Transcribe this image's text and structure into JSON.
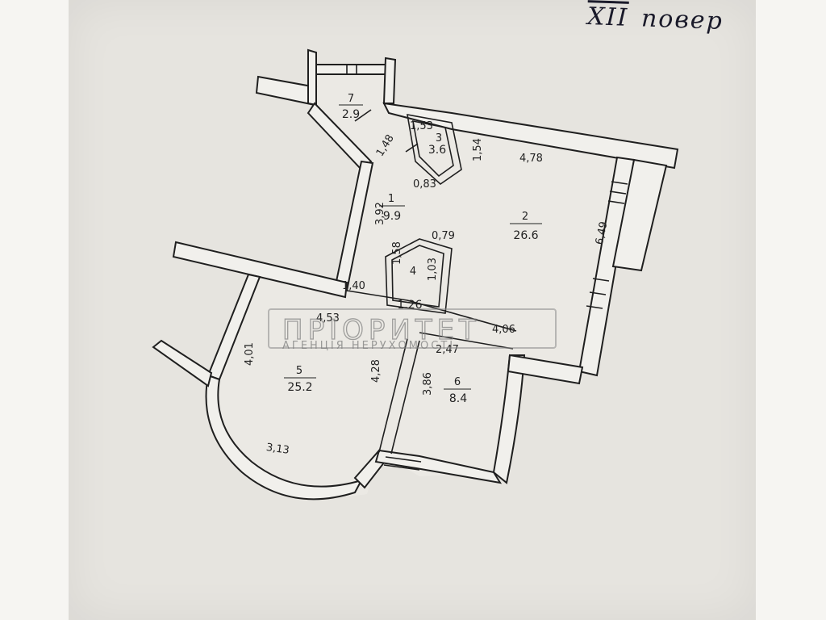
{
  "header": {
    "floor_roman": "XII",
    "floor_word": "повер"
  },
  "watermark": {
    "title": "ПРІОРИТЕТ",
    "subtitle": "АГЕНЦІЯ НЕРУХОМОСТІ"
  },
  "rooms": [
    {
      "number": "7",
      "area": "2.9"
    },
    {
      "number": "1",
      "area": "9.9"
    },
    {
      "number": "2",
      "area": "26.6"
    },
    {
      "number": "3",
      "area": "3.6"
    },
    {
      "number": "4",
      "area": "1.26"
    },
    {
      "number": "5",
      "area": "25.2"
    },
    {
      "number": "6",
      "area": "8.4"
    }
  ],
  "dimensions": {
    "d_1_48": "1,48",
    "d_1_53": "1,53",
    "d_1_54": "1,54",
    "d_0_83": "0,83",
    "d_4_78": "4,78",
    "d_3_92": "3,92",
    "d_0_79": "0,79",
    "d_1_58": "1,58",
    "d_1_03": "1,03",
    "d_6_49": "6,49",
    "d_1_40": "1,40",
    "d_4_53": "4,53",
    "d_4_06": "4,06",
    "d_2_47": "2,47",
    "d_4_01": "4,01",
    "d_4_28": "4,28",
    "d_3_86": "3,86",
    "d_3_13": "3,13"
  }
}
